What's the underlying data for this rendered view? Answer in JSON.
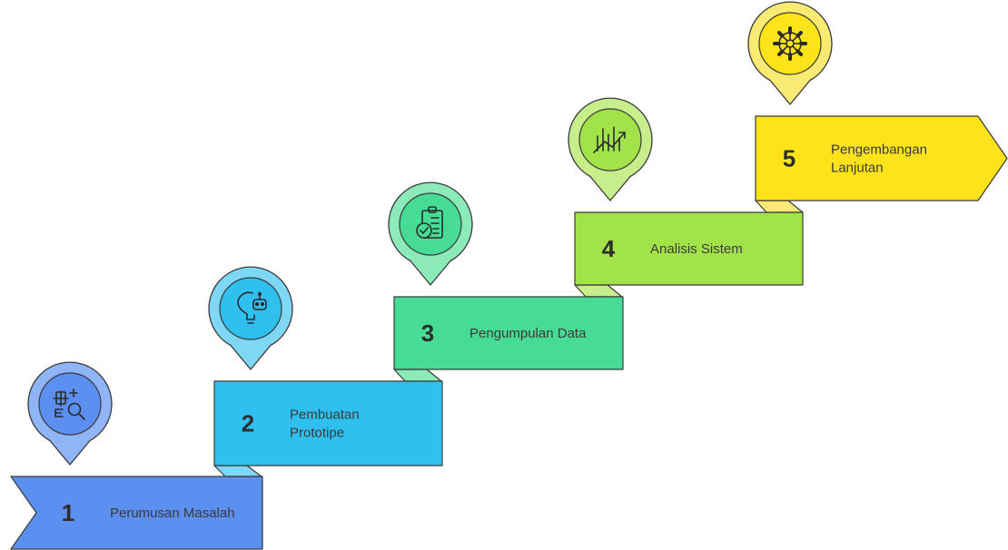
{
  "steps": [
    {
      "number": "1",
      "label_lines": [
        "Perumusan Masalah"
      ],
      "icon": "formula-search-icon",
      "color": "#5b8ff0",
      "color_light": "#8fb4f7"
    },
    {
      "number": "2",
      "label_lines": [
        "Pembuatan",
        "Prototipe"
      ],
      "icon": "lightbulb-robot-icon",
      "color": "#2fc0ef",
      "color_light": "#7dd7f5"
    },
    {
      "number": "3",
      "label_lines": [
        "Pengumpulan Data"
      ],
      "icon": "clipboard-check-icon",
      "color": "#47dc95",
      "color_light": "#8ceab9"
    },
    {
      "number": "4",
      "label_lines": [
        "Analisis Sistem"
      ],
      "icon": "trend-chart-icon",
      "color": "#a3e34a",
      "color_light": "#c6ee8a"
    },
    {
      "number": "5",
      "label_lines": [
        "Pengembangan",
        "Lanjutan"
      ],
      "icon": "gear-wheel-icon",
      "color": "#fce31a",
      "color_light": "#f8ea72"
    }
  ],
  "colors": {
    "stroke": "#3a3a3a",
    "icon_stroke": "#2a2a2a",
    "background": "#ffffff"
  }
}
